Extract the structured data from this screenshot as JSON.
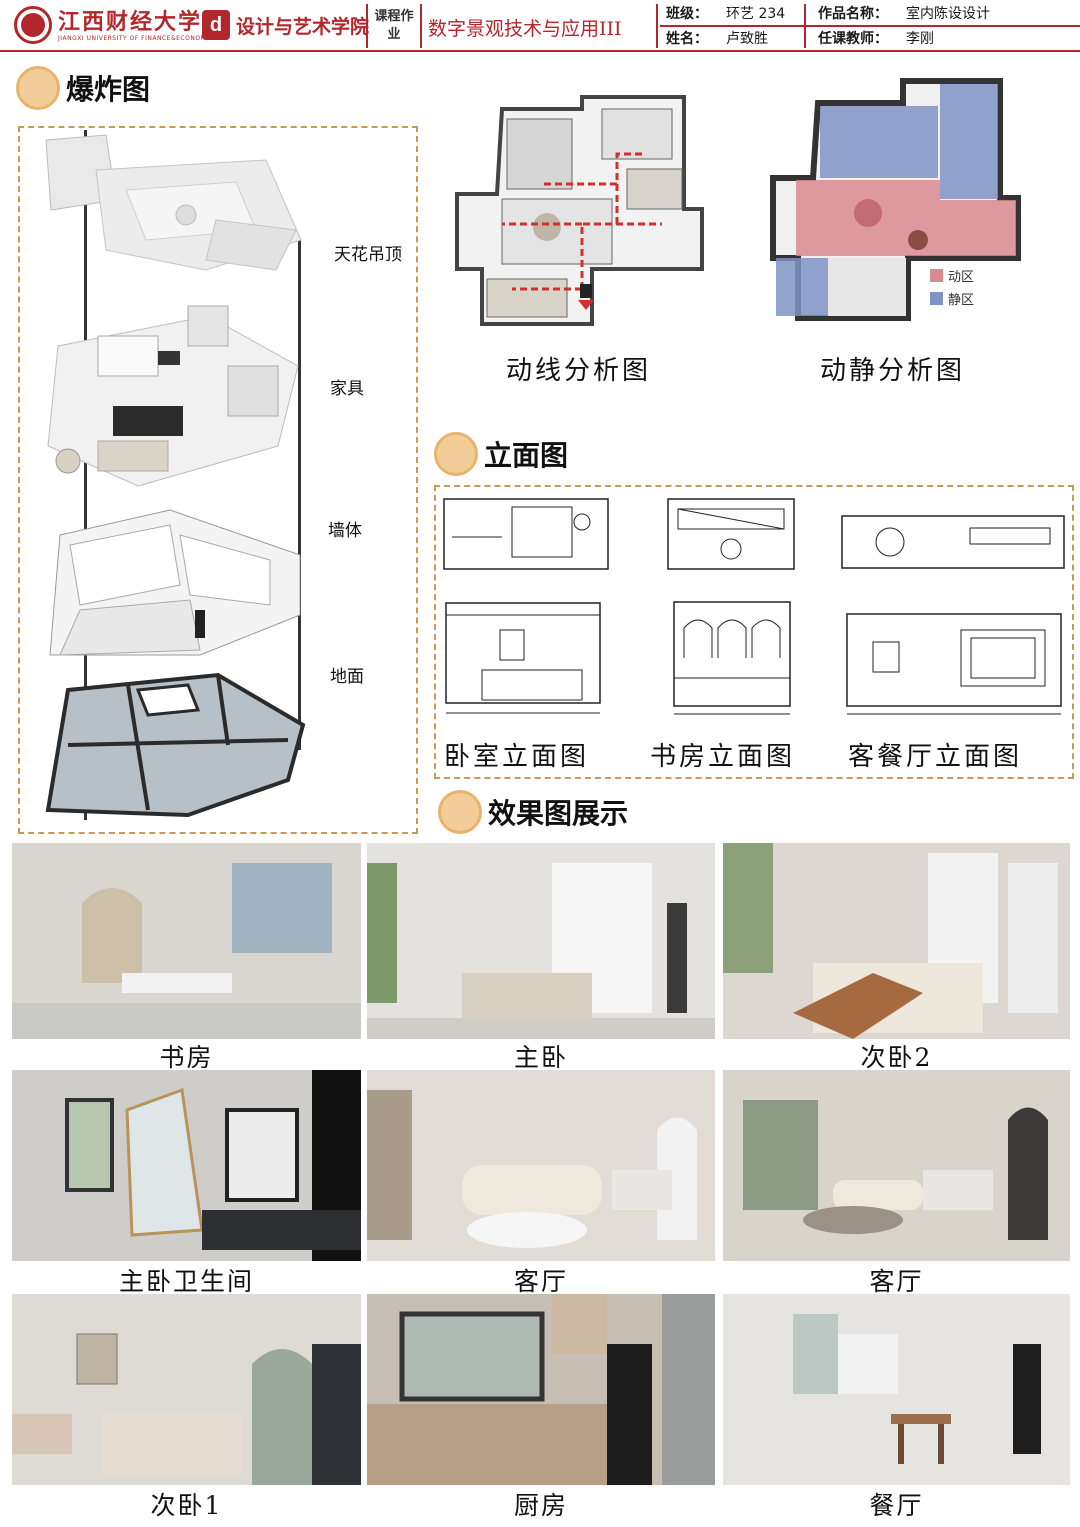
{
  "header": {
    "university_cn": "江西财经大学",
    "university_en": "JIANGXI UNIVERSITY OF FINANCE&ECONOMICS",
    "school_mark": "d",
    "school_name": "设计与艺术学院",
    "course_type": "课程作业",
    "course_name": "数字景观技术与应用III",
    "class_label": "班级：",
    "class_value": "环艺 234",
    "student_label": "姓名：",
    "student_value": "卢致胜",
    "work_label": "作品名称：",
    "work_value": "室内陈设设计",
    "teacher_label": "任课教师：",
    "teacher_value": "李刚"
  },
  "colors": {
    "brand_red": "#b3262c",
    "dot_fill": "#f2cc99",
    "dashed_border": "#c89a55",
    "dynamic_zone": "#d98a8f",
    "static_zone": "#7f93c4"
  },
  "sections": {
    "explosion": "爆炸图",
    "elevation": "立面图",
    "renders": "效果图展示"
  },
  "explosion_layers": [
    {
      "label": "天花吊顶"
    },
    {
      "label": "家具"
    },
    {
      "label": "墙体"
    },
    {
      "label": "地面"
    }
  ],
  "plans": {
    "circulation_caption": "动线分析图",
    "zoning_caption": "动静分析图",
    "legend_dynamic": "动区",
    "legend_static": "静区"
  },
  "elevations": {
    "bedroom": "卧室立面图",
    "study": "书房立面图",
    "living_dining": "客餐厅立面图"
  },
  "renders": [
    {
      "caption": "书房",
      "tone": "#d9d6cf"
    },
    {
      "caption": "主卧",
      "tone": "#e4e2de"
    },
    {
      "caption": "次卧2",
      "tone": "#dcd8d1"
    },
    {
      "caption": "主卧卫生间",
      "tone": "#cfcdc9"
    },
    {
      "caption": "客厅",
      "tone": "#e1ddd6"
    },
    {
      "caption": "客厅",
      "tone": "#d8d4cc"
    },
    {
      "caption": "次卧1",
      "tone": "#dedad4"
    },
    {
      "caption": "厨房",
      "tone": "#c7bfb4"
    },
    {
      "caption": "餐厅",
      "tone": "#e6e4e0"
    }
  ]
}
